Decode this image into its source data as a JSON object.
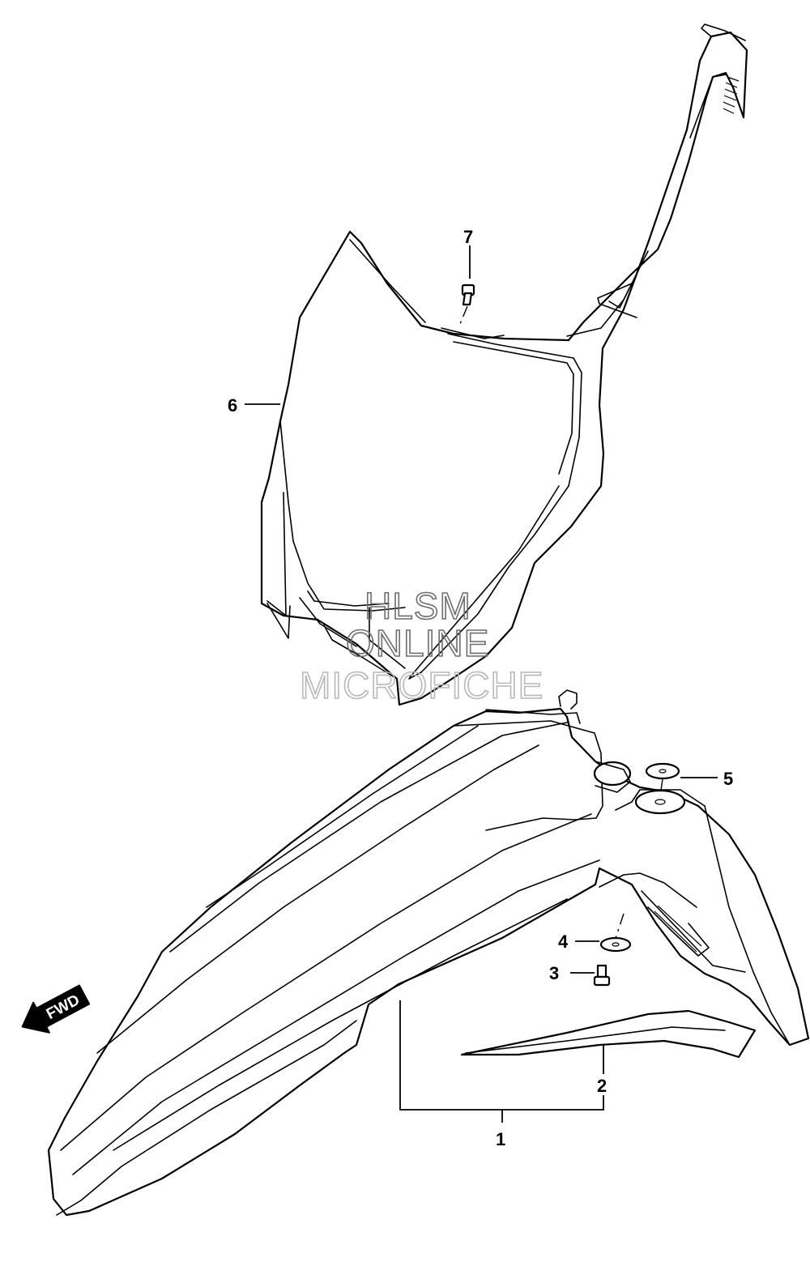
{
  "diagram": {
    "callouts": [
      {
        "id": "1",
        "label": "1"
      },
      {
        "id": "2",
        "label": "2"
      },
      {
        "id": "3",
        "label": "3"
      },
      {
        "id": "4",
        "label": "4"
      },
      {
        "id": "5",
        "label": "5"
      },
      {
        "id": "6",
        "label": "6"
      },
      {
        "id": "7",
        "label": "7"
      }
    ],
    "direction_label": "FWD",
    "watermark": [
      "HLSM",
      "ONLINE",
      "MICROFICHE"
    ]
  }
}
